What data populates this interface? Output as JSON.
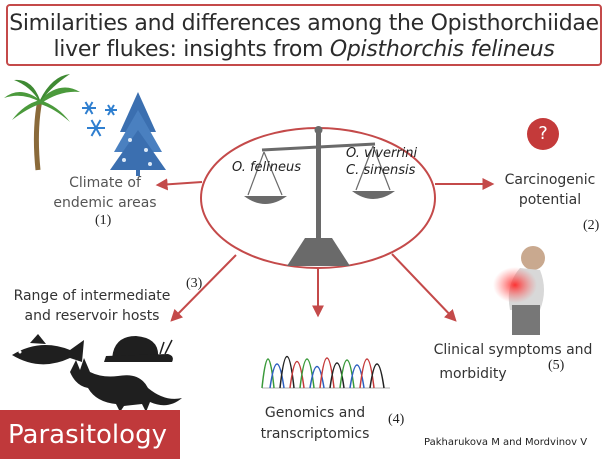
{
  "title": {
    "line1": "Similarities and differences among the Opisthorchiidae",
    "line2_plain": "liver flukes: insights from ",
    "line2_italic": "Opisthorchis felineus"
  },
  "center": {
    "left_species": "O. felineus",
    "right_species_1": "O. viverrini",
    "right_species_2": "C. sinensis"
  },
  "nodes": {
    "climate": {
      "line1": "Climate of",
      "line2": "endemic areas",
      "number": "(1)"
    },
    "carcinogenic": {
      "line1": "Carcinogenic",
      "line2": "potential",
      "number": "(2)",
      "icon_text": "?"
    },
    "hosts": {
      "line1": "Range of intermediate",
      "line2": "and reservoir hosts",
      "number": "(3)"
    },
    "genomics": {
      "line1": "Genomics and",
      "line2": "transcriptomics",
      "number": "(4)"
    },
    "clinical": {
      "line1": "Clinical symptoms and",
      "line2": "morbidity",
      "number": "(5)"
    }
  },
  "footer": {
    "journal": "Parasitology",
    "authors": "Pakharukova M and Mordvinov V"
  },
  "colors": {
    "accent": "#c0393b",
    "arrow": "#c44a4a",
    "palm": "#4b9a3c",
    "trunk": "#8a6a3a",
    "snow": "#2f7fd0",
    "spruce": "#3b6fb0"
  }
}
